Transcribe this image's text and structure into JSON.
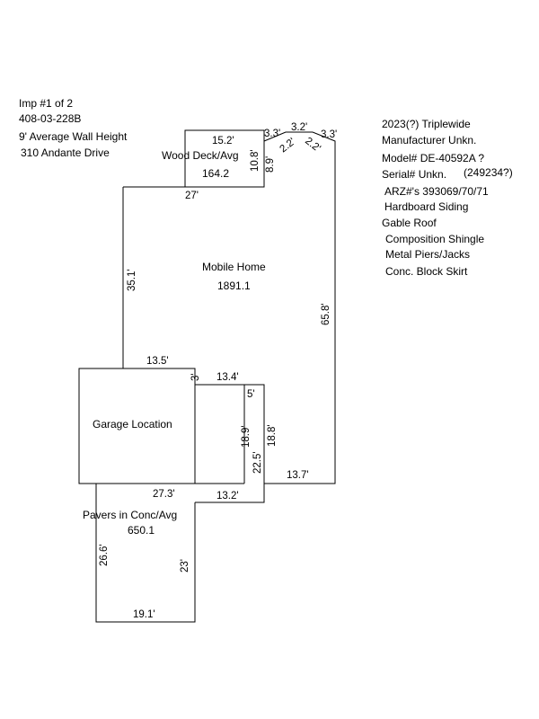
{
  "header": {
    "imp": "Imp #1 of 2",
    "parcel": "408-03-228B",
    "wall_height": "9' Average Wall Height",
    "address": "310 Andante Drive"
  },
  "details": {
    "year_type": "2023(?) Triplewide",
    "manufacturer": "Manufacturer Unkn.",
    "model": "Model# DE-40592A ?",
    "serial": "Serial# Unkn.",
    "serial_alt": "(249234?)",
    "arz": "ARZ#'s 393069/70/71",
    "siding": "Hardboard Siding",
    "roof": "Gable Roof",
    "shingle": "Composition Shingle",
    "piers": "Metal Piers/Jacks",
    "skirt": "Conc. Block Skirt"
  },
  "areas": {
    "deck_name": "Wood Deck/Avg",
    "deck_area": "164.2",
    "home_name": "Mobile Home",
    "home_area": "1891.1",
    "garage_name": "Garage Location",
    "pavers_name": "Pavers in Conc/Avg",
    "pavers_area": "650.1"
  },
  "dims": {
    "deck_top": "15.2'",
    "deck_side": "10.8'",
    "d_3_3_left": "3.3'",
    "d_3_2": "3.2'",
    "d_3_3_right": "3.3'",
    "d_2_2_left": "2.2'",
    "d_2_2_right": "2.2'",
    "d_8_9": "8.9'",
    "d_27": "27'",
    "d_35_1": "35.1'",
    "d_65_8": "65.8'",
    "d_13_5": "13.5'",
    "d_3": "3'",
    "d_13_4": "13.4'",
    "d_5": "5'",
    "d_18_9": "18.9'",
    "d_18_8": "18.8'",
    "d_22_5": "22.5'",
    "d_13_7": "13.7'",
    "d_27_3": "27.3'",
    "d_13_2": "13.2'",
    "d_26_6": "26.6'",
    "d_23": "23'",
    "d_19_1": "19.1'"
  }
}
